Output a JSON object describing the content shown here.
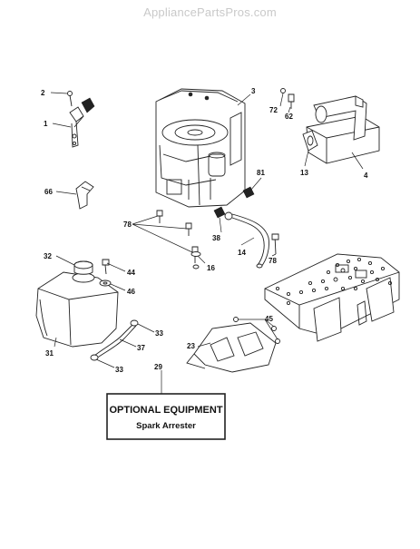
{
  "watermark": "AppliancePartsPros.com",
  "callouts": {
    "c1": "1",
    "c2": "2",
    "c3": "3",
    "c4": "4",
    "c13": "13",
    "c14": "14",
    "c16": "16",
    "c23": "23",
    "c29": "29",
    "c31": "31",
    "c32": "32",
    "c33a": "33",
    "c33b": "33",
    "c37": "37",
    "c38": "38",
    "c44": "44",
    "c45": "45",
    "c46": "46",
    "c62": "62",
    "c66": "66",
    "c72": "72",
    "c78a": "78",
    "c78b": "78",
    "c81": "81"
  },
  "optional_box": {
    "title": "OPTIONAL EQUIPMENT",
    "subtitle": "Spark Arrester"
  }
}
